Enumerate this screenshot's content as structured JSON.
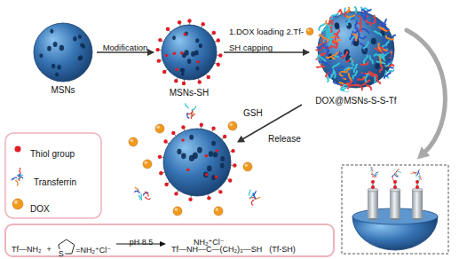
{
  "diagram": {
    "nodes": [
      {
        "text": [
          "MSNs"
        ]
      },
      {
        "text": [
          "MSNs-SH"
        ]
      },
      {
        "text": [
          "DOX@MSNs-S-S-Tf"
        ]
      },
      {
        "text": [
          "Tf—NH₂",
          "+",
          "S",
          "=NH₂⁺Cl⁻",
          "pH 8.5",
          "NH₂⁺Cl⁻",
          "Tf—NH—C—(CH₂)₃—SH",
          "(Tf-SH)"
        ]
      }
    ],
    "edges": [
      {
        "from": 0,
        "to": 1,
        "arrow": "to",
        "label": "Modification"
      },
      {
        "from": 1,
        "to": 2,
        "arrow": "to",
        "label": "1.DOX loading 2.Tf-SH capping"
      }
    ],
    "labels": [
      "GSH",
      "Release"
    ],
    "legend": [
      {
        "text": "Thiol group",
        "color": "#e01b24"
      },
      {
        "text": "Transferrin"
      },
      {
        "text": "DOX",
        "color": "#f29a1e"
      }
    ]
  }
}
